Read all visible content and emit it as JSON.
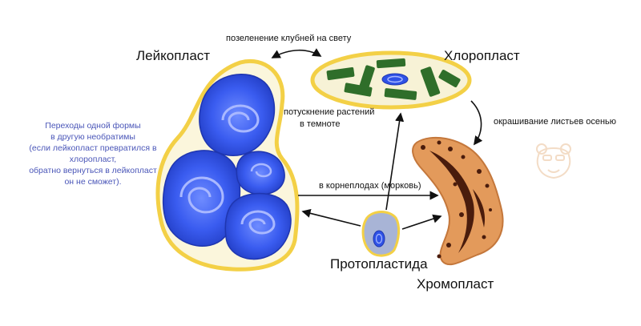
{
  "labels": {
    "leucoplast": "Лейкопласт",
    "chloroplast": "Хлоропласт",
    "chromoplast": "Хромопласт",
    "protoplastid": "Протопластида"
  },
  "transitions": {
    "greening": "позеленение клубней на свету",
    "darkening_line1": "потускнение растений",
    "darkening_line2": "в темноте",
    "autumn": "окрашивание листьев осенью",
    "roots": "в корнеплодах (морковь)"
  },
  "note": {
    "line1": "Переходы одной формы",
    "line2": "в другую необратимы",
    "line3": "(если лейкопласт превратился в",
    "line4": "хлоропласт,",
    "line5": "обратно вернуться в лейкопласт",
    "line6": "он не сможет)."
  },
  "colors": {
    "note_text": "#4a56b8",
    "membrane_yellow": "#f3d046",
    "granule_blue": "#2f52e6",
    "stroma": "#f7f2d6",
    "thylakoid_green": "#2f6e2a",
    "chromoplast_orange": "#e39a5b",
    "chromoplast_dark": "#4a1c0c",
    "protoplastid_fill": "#a8b4d6",
    "arrow": "#111111"
  }
}
